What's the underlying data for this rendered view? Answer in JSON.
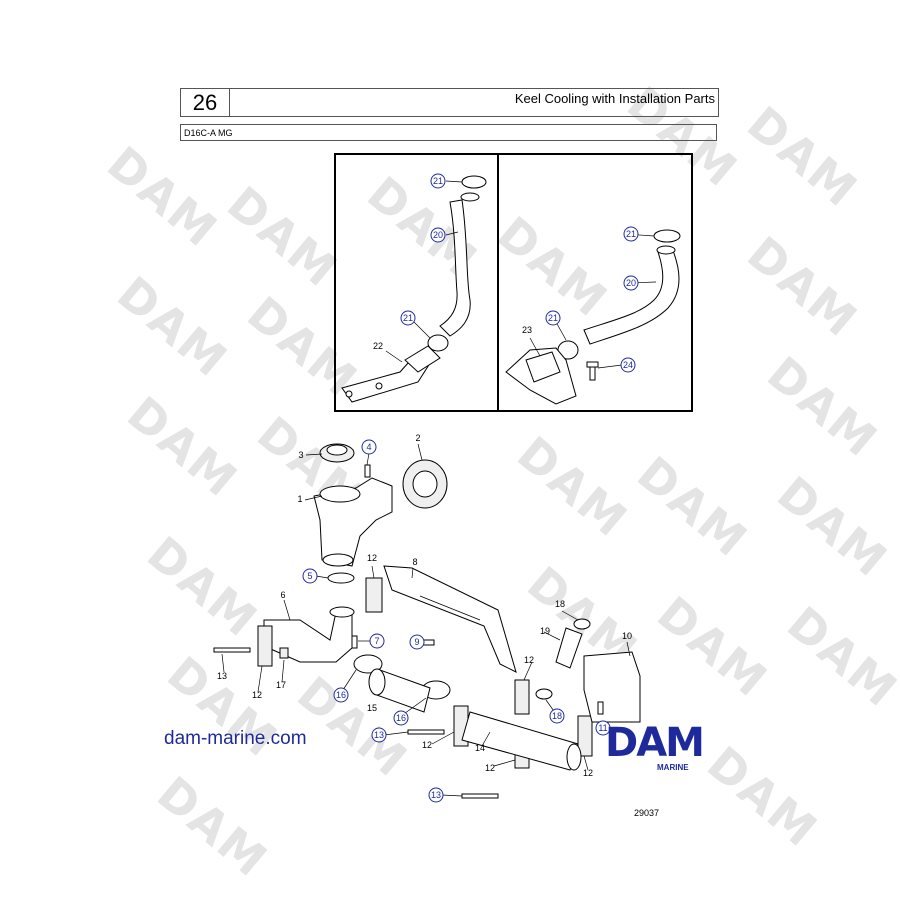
{
  "header": {
    "page_number": "26",
    "title": "Keel Cooling with Installation Parts",
    "model": "D16C-A MG"
  },
  "watermark": "DAM",
  "website": "dam-marine.com",
  "logo": {
    "name": "DAM",
    "sub": "MARINE"
  },
  "figure_id": "29037",
  "colors": {
    "callout": "#1e2a9c",
    "logo": "#1e2a9c",
    "watermark": "#e4e4e4"
  },
  "callouts": {
    "inset_left": {
      "c21a": "21",
      "c20": "20",
      "c21b": "21",
      "c22": "22"
    },
    "inset_right": {
      "c21a": "21",
      "c20": "20",
      "c21b": "21",
      "c23": "23",
      "c24": "24"
    },
    "main": {
      "c1": "1",
      "c2": "2",
      "c3": "3",
      "c4": "4",
      "c5": "5",
      "c6": "6",
      "c7": "7",
      "c8": "8",
      "c9": "9",
      "c10": "10",
      "c11": "11",
      "c12a": "12",
      "c12b": "12",
      "c12c": "12",
      "c12d": "12",
      "c12e": "12",
      "c12f": "12",
      "c13a": "13",
      "c13b": "13",
      "c13c": "13",
      "c14": "14",
      "c15": "15",
      "c16a": "16",
      "c16b": "16",
      "c17": "17",
      "c18a": "18",
      "c18b": "18",
      "c19": "19"
    }
  }
}
